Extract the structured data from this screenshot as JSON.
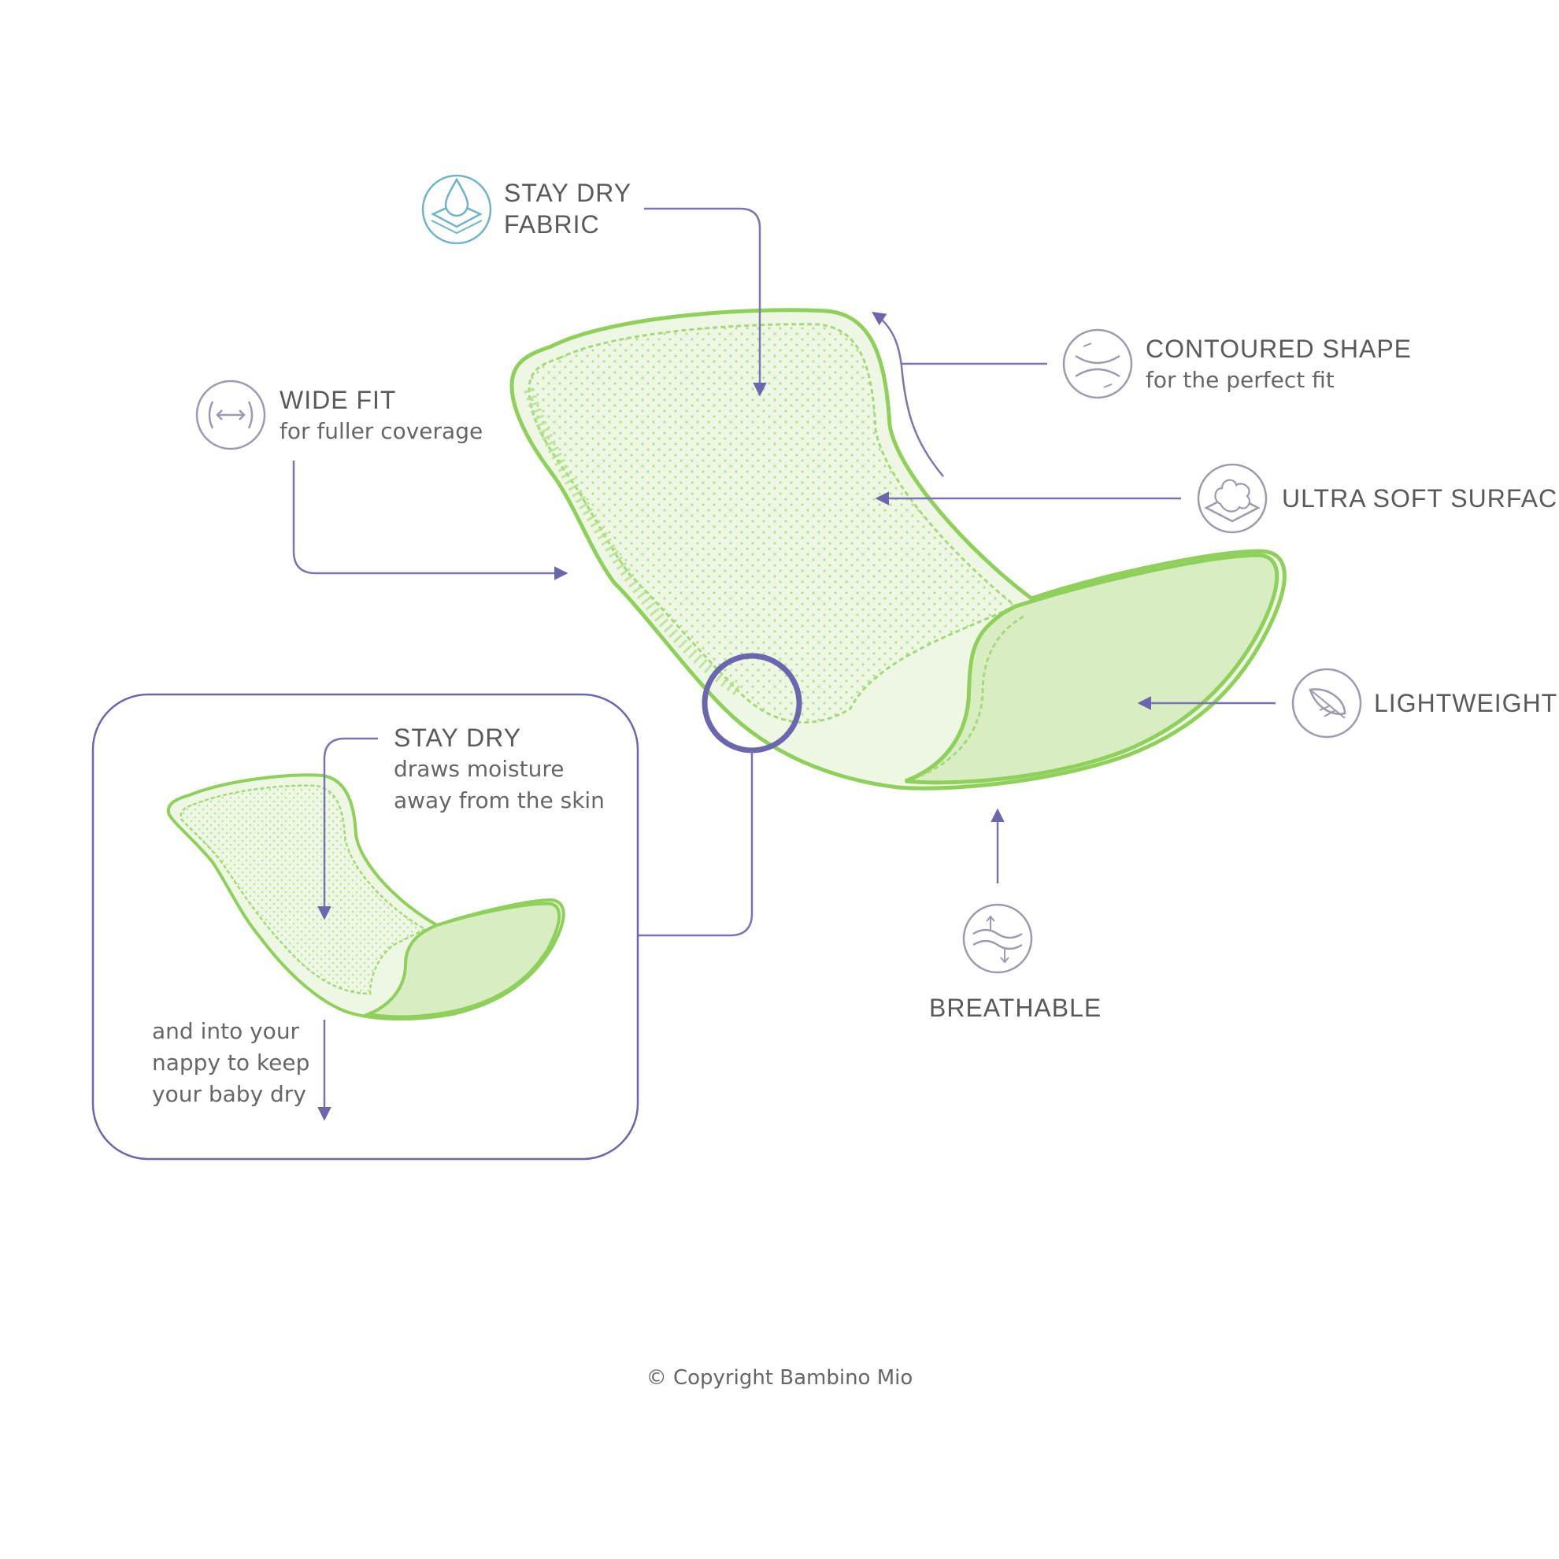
{
  "features": {
    "stay_dry_fabric": {
      "line1": "STAY DRY",
      "line2": "FABRIC",
      "icon": "droplet-icon"
    },
    "contoured_shape": {
      "title": "CONTOURED SHAPE",
      "subtitle": "for the perfect fit",
      "icon": "contour-arrows-icon"
    },
    "wide_fit": {
      "title": "WIDE FIT",
      "subtitle": "for fuller coverage",
      "icon": "horizontal-arrows-icon"
    },
    "ultra_soft_surface": {
      "title": "ULTRA SOFT SURFACE",
      "icon": "cotton-icon"
    },
    "lightweight": {
      "title": "LIGHTWEIGHT",
      "icon": "feather-icon"
    },
    "breathable": {
      "title": "BREATHABLE",
      "icon": "airflow-icon"
    }
  },
  "inset": {
    "title": "STAY DRY",
    "line1": "draws moisture",
    "line2": "away from the skin",
    "bottom_line1": "and into your",
    "bottom_line2": "nappy to keep",
    "bottom_line3": "your baby dry"
  },
  "copyright": "© Copyright Bambino Mio",
  "colors": {
    "accent_purple": "#6b66ad",
    "line_purple": "#7a75b0",
    "liner_green": "#8fd05a",
    "liner_fill": "#d8eec2",
    "icon_blue": "#6fb3c9",
    "icon_grey": "#9b9bb0",
    "text_grey": "#5a5a5a"
  }
}
